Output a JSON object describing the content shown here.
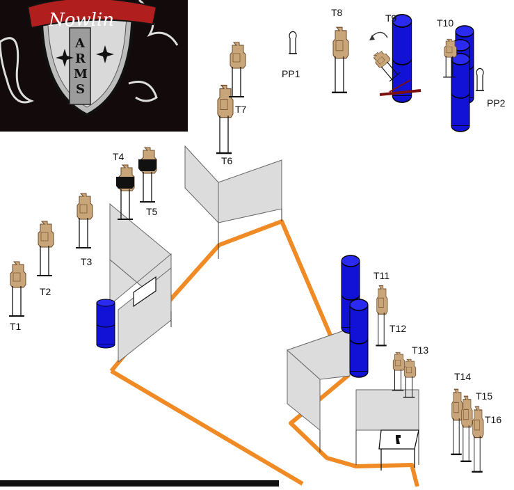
{
  "logo": {
    "brand": "Nowlin",
    "word": "ARMS"
  },
  "colors": {
    "path": "#f08a24",
    "barrel": "#1212d6",
    "wall": "#dcdcdc",
    "target_tan": "#c9a57a",
    "target_black": "#111111",
    "logo_bg": "#120a0b"
  },
  "targets": [
    {
      "id": "T1",
      "label": "T1",
      "style": "tan"
    },
    {
      "id": "T2",
      "label": "T2",
      "style": "tan"
    },
    {
      "id": "T3",
      "label": "T3",
      "style": "tan"
    },
    {
      "id": "T4",
      "label": "T4",
      "style": "black"
    },
    {
      "id": "T5",
      "label": "T5",
      "style": "black"
    },
    {
      "id": "T6",
      "label": "T6",
      "style": "tan"
    },
    {
      "id": "T7",
      "label": "T7",
      "style": "tan"
    },
    {
      "id": "T8",
      "label": "T8",
      "style": "tan"
    },
    {
      "id": "T9",
      "label": "T9",
      "style": "swinger"
    },
    {
      "id": "T10",
      "label": "T10",
      "style": "tan"
    },
    {
      "id": "T11",
      "label": "T11",
      "style": "tan"
    },
    {
      "id": "T12",
      "label": "T12",
      "style": "tan"
    },
    {
      "id": "T13",
      "label": "T13",
      "style": "tan"
    },
    {
      "id": "T14",
      "label": "T14",
      "style": "tan"
    },
    {
      "id": "T15",
      "label": "T15",
      "style": "tan"
    },
    {
      "id": "T16",
      "label": "T16",
      "style": "tan"
    }
  ],
  "poppers": [
    {
      "id": "PP1",
      "label": "PP1"
    },
    {
      "id": "PP2",
      "label": "PP2"
    }
  ],
  "props": {
    "table": "table-with-gun",
    "barrels": 8,
    "walls": 4
  }
}
